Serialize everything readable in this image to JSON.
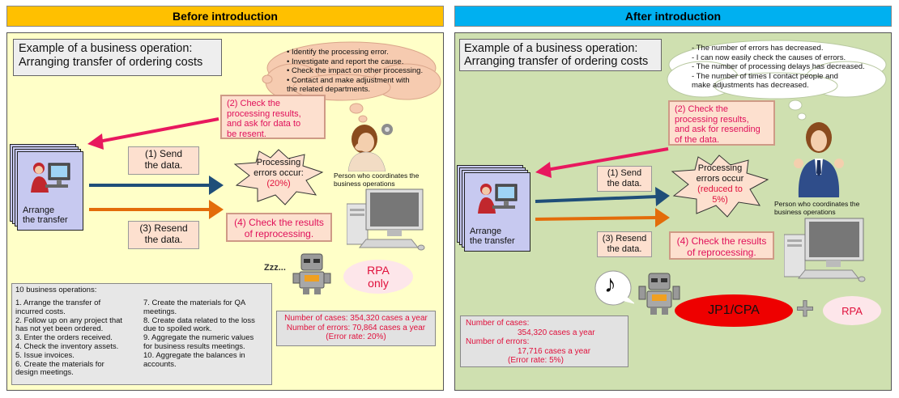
{
  "before": {
    "header": "Before introduction",
    "title_lines": [
      "Example of a business operation:",
      "Arranging transfer of ordering costs"
    ],
    "cloud_lines": [
      "• Identify the processing error.",
      "• Investigate and report the cause.",
      "• Check the impact on other processing.",
      "• Contact and make adjustment with",
      "  the related departments."
    ],
    "check_lines": [
      "(2) Check the",
      "processing results,",
      "and ask for data to",
      "be resent."
    ],
    "send_lines": [
      "(1) Send",
      "the data."
    ],
    "resend_lines": [
      "(3) Resend",
      "the data."
    ],
    "star_lines": [
      "Processing",
      "errors occur:"
    ],
    "star_pct": "(20%)",
    "reprocess_lines": [
      "(4) Check the results",
      "of reprocessing."
    ],
    "arrange_lines": [
      "Arrange",
      "the transfer"
    ],
    "person_lines": [
      "Person who coordinates the",
      "business operations"
    ],
    "zzz": "Zzz...",
    "rpa_lines": [
      "RPA",
      "only"
    ],
    "ops_title": "10 business operations:",
    "ops_left": [
      "1. Arrange the transfer of",
      "    incurred costs.",
      "2. Follow up on any project that",
      "    has not yet been ordered.",
      "3. Enter the orders received.",
      "4. Check the inventory assets.",
      "5. Issue invoices.",
      "6. Create the materials for",
      "    design meetings."
    ],
    "ops_right": [
      "7. Create the materials for QA",
      "    meetings.",
      "8. Create data related to the loss",
      "    due to spoiled work.",
      "9. Aggregate the numeric values",
      "    for business results meetings.",
      "10. Aggregate the balances in",
      "    accounts."
    ],
    "cases_lines": [
      "Number of cases: 354,320 cases a year",
      "Number of errors: 70,864 cases a year",
      "(Error rate: 20%)"
    ]
  },
  "after": {
    "header": "After introduction",
    "title_lines": [
      "Example of a business operation:",
      "Arranging transfer of ordering costs"
    ],
    "cloud_lines": [
      "- The number of errors has decreased.",
      "- I can now easily check the causes of errors.",
      "- The number of processing delays has decreased.",
      "- The number of times I contact people and",
      "  make adjustments has decreased."
    ],
    "check_lines": [
      "(2) Check the",
      "processing results,",
      "and ask for resending",
      "of the data."
    ],
    "send_lines": [
      "(1) Send",
      "the data."
    ],
    "resend_lines": [
      "(3) Resend",
      "the data."
    ],
    "star_lines": [
      "Processing",
      "errors occur"
    ],
    "star_pct_lines": [
      "(reduced to",
      "5%)"
    ],
    "reprocess_lines": [
      "(4) Check the results",
      "of reprocessing."
    ],
    "arrange_lines": [
      "Arrange",
      "the transfer"
    ],
    "person_lines": [
      "Person who coordinates the",
      "business operations"
    ],
    "music_note": "♪",
    "jp1": "JP1/CPA",
    "plus": "+",
    "rpa": "RPA",
    "cases_lines": [
      "Number of cases:",
      "354,320 cases a year",
      "Number of errors:",
      "17,716 cases a year",
      "(Error rate: 5%)"
    ]
  },
  "colors": {
    "before_header": "#ffc000",
    "after_header": "#00b0f0",
    "before_bg": "#ffffc8",
    "after_bg": "#cfe0b0",
    "arrow_blue": "#1f4e79",
    "arrow_orange": "#e36c0a",
    "arrow_pink": "#e8185e",
    "jp1_red": "#ee0000"
  }
}
